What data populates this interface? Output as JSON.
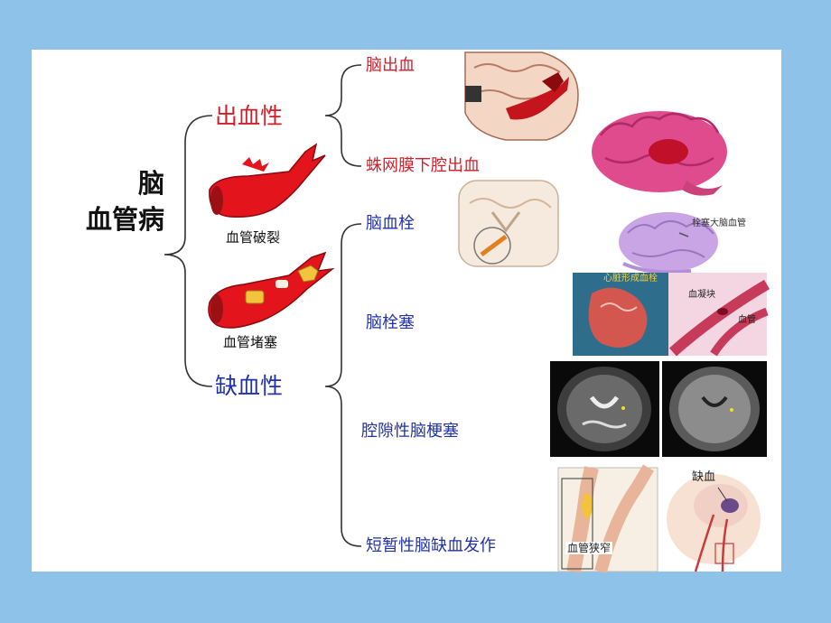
{
  "root": "脑血管病",
  "root_lines": [
    "脑",
    "血管病"
  ],
  "branches": {
    "hemorrhagic": {
      "label": "出血性",
      "caption": "血管破裂",
      "children": [
        "脑出血",
        "蛛网膜下腔出血"
      ]
    },
    "ischemic": {
      "label": "缺血性",
      "caption": "血管堵塞",
      "children": [
        "脑血栓",
        "脑栓塞",
        "腔隙性脑梗塞",
        "短暂性脑缺血发作"
      ]
    }
  },
  "image_labels": {
    "thrombosis_brain": "栓塞大脑血管",
    "embolism_top": "心脏形成血栓",
    "embolism_clot": "血凝块",
    "embolism_vessel": "血管",
    "tia_ischemia": "缺血",
    "tia_stenosis": "血管狭窄"
  },
  "colors": {
    "background": "#8ec2e8",
    "hemorrhagic": "#d11f2a",
    "ischemic": "#2233a6"
  }
}
